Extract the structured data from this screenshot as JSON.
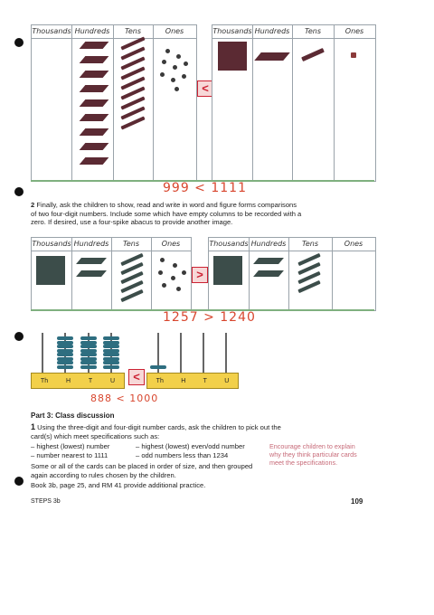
{
  "top_example": {
    "left_headers": [
      "Thousands",
      "Hundreds",
      "Tens",
      "Ones"
    ],
    "right_headers": [
      "Thousands",
      "Hundreds",
      "Tens",
      "Ones"
    ],
    "left_counts": {
      "thousands": 0,
      "hundreds": 9,
      "tens": 9,
      "ones": 9
    },
    "right_counts": {
      "thousands": 1,
      "hundreds": 1,
      "tens": 1,
      "ones": 1
    },
    "symbol": "<",
    "comparison": "999 < 1111"
  },
  "instruction_2": {
    "number": "2",
    "text": "Finally, ask the children to show, read and write in word and figure forms comparisons of two four-digit numbers. Include some which have empty columns to be recorded with a zero. If desired, use a four-spike abacus to provide another image."
  },
  "mid_example": {
    "left_headers": [
      "Thousands",
      "Hundreds",
      "Tens",
      "Ones"
    ],
    "right_headers": [
      "Thousands",
      "Hundreds",
      "Tens",
      "Ones"
    ],
    "left_counts": {
      "thousands": 1,
      "hundreds": 2,
      "tens": 5,
      "ones": 7
    },
    "right_counts": {
      "thousands": 1,
      "hundreds": 2,
      "tens": 4,
      "ones": 0
    },
    "symbol": ">",
    "comparison": "1257 > 1240"
  },
  "abacus_example": {
    "left_labels": [
      "Th",
      "H",
      "T",
      "U"
    ],
    "right_labels": [
      "Th",
      "H",
      "T",
      "U"
    ],
    "left_beads": [
      0,
      8,
      8,
      8
    ],
    "right_beads": [
      1,
      0,
      0,
      0
    ],
    "symbol": "<",
    "comparison": "888 < 1000"
  },
  "part3": {
    "heading": "Part 3: Class discussion",
    "item_number": "1",
    "intro": "Using the three-digit and four-digit number cards, ask the children to pick out the card(s) which meet specifications such as:",
    "bullets_col1": [
      "– highest (lowest) number",
      "– number nearest to 1111"
    ],
    "bullets_col2": [
      "– highest (lowest) even/odd number",
      "– odd numbers less than 1234"
    ],
    "follow": "Some or all of the cards can be placed in order of size, and then grouped again according to rules chosen by the children.",
    "book_ref": "Book 3b, page 25, and RM 41 provide additional practice.",
    "side_note": "Encourage children to explain why they think particular cards meet the specifications."
  },
  "footer": {
    "left": "STEPS 3b",
    "page_number": "109"
  },
  "colors": {
    "hundred_flat": "#5b2a33",
    "ten_rod": "#5b2a33",
    "thousand_cube": "#3c4d4a",
    "accent_red": "#d8462e",
    "abacus_bead": "#2e6e80",
    "abacus_base": "#f2d04a"
  }
}
